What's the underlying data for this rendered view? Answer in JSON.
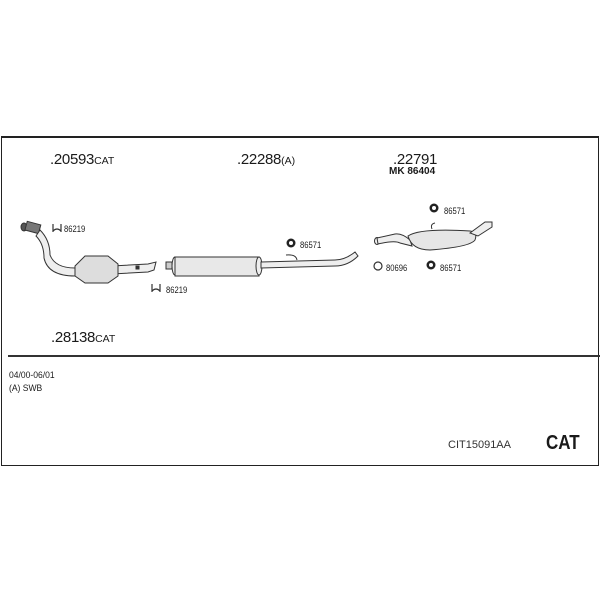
{
  "parts": {
    "p1": {
      "number": ".20593",
      "suffix": "CAT"
    },
    "p2": {
      "number": ".22288",
      "suffix": "(A)"
    },
    "p3": {
      "number": ".22791",
      "kit": "MK 86404"
    },
    "p4": {
      "number": ".28138",
      "suffix": "CAT"
    }
  },
  "callouts": {
    "clamp_top": "86219",
    "clamp_bottom": "86219",
    "hanger_mid": "86571",
    "hanger_rear_top": "86571",
    "clamp_ring": "80696",
    "hanger_rear_bottom": "86571"
  },
  "notes": {
    "years": "04/00-06/01",
    "variant": "(A) SWB"
  },
  "footer": {
    "code": "CIT15091AA",
    "badge": "CAT"
  }
}
